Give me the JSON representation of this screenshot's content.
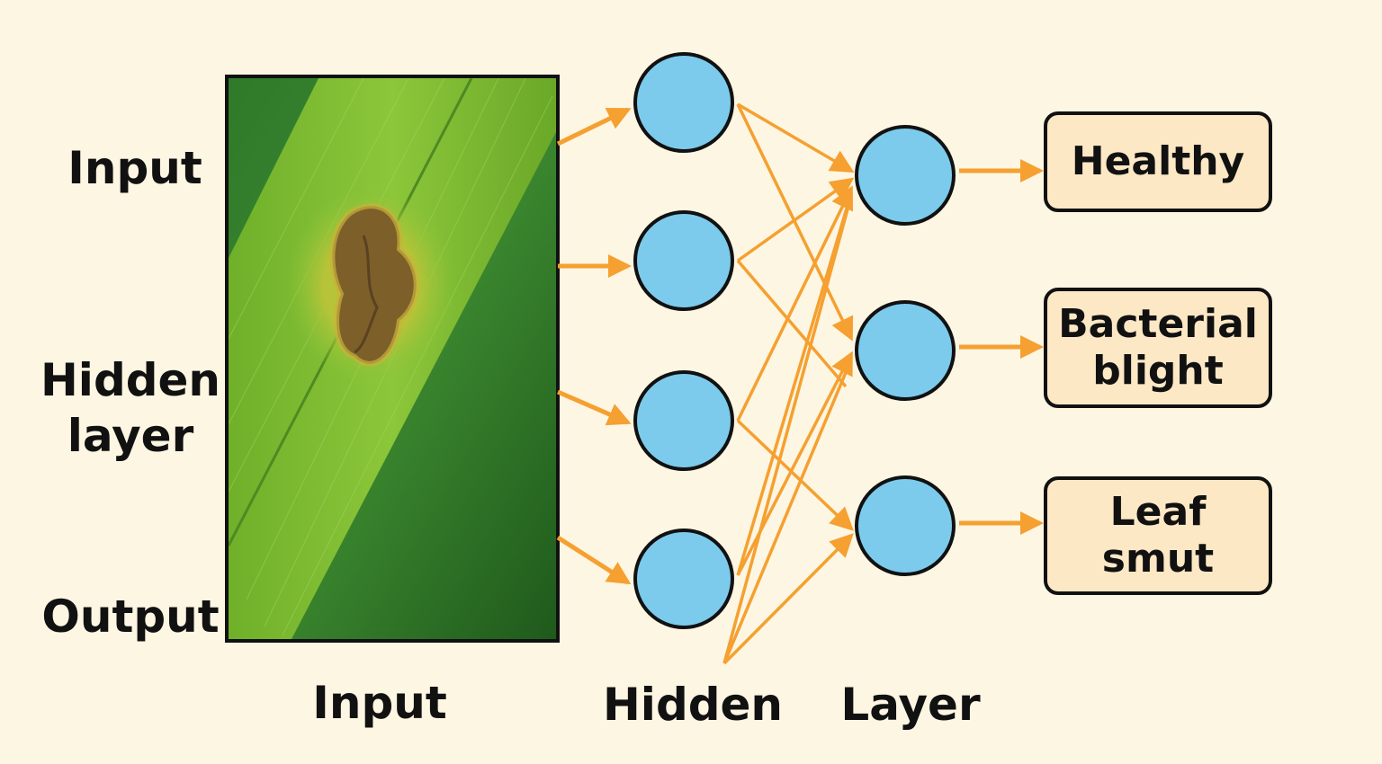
{
  "left_labels": {
    "input": "Input",
    "hidden_line1": "Hidden",
    "hidden_line2": "layer",
    "output": "Output"
  },
  "bottom_labels": {
    "input": "Input",
    "hidden": "Hidden",
    "layer": "Layer"
  },
  "outputs": [
    {
      "label": "Healthy"
    },
    {
      "label": "Bacterial\nblight"
    },
    {
      "label": "Leaf\nsmut"
    }
  ],
  "colors": {
    "background": "#fdf6e3",
    "node_fill": "#7ccbec",
    "arrow": "#f5a030",
    "output_box": "#fde8c6",
    "outline": "#111111"
  },
  "image": {
    "subject": "green leaf with brown lesion"
  }
}
